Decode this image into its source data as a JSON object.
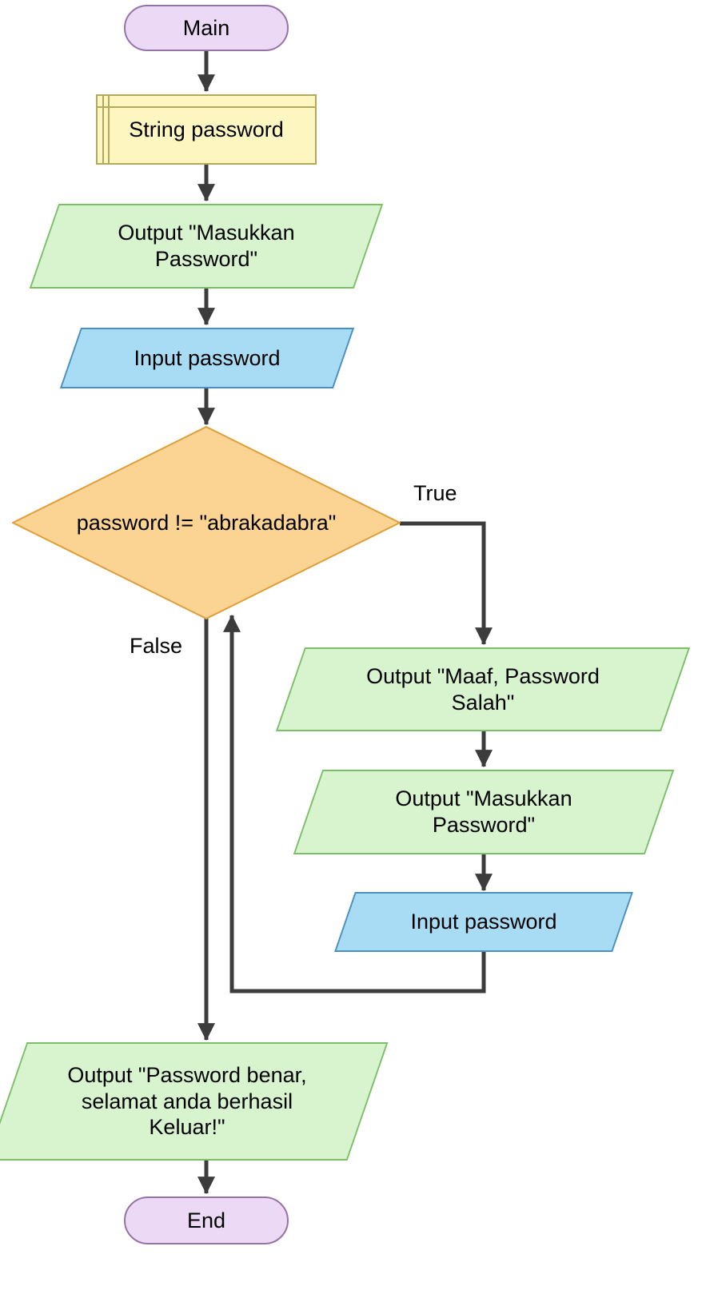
{
  "diagram": {
    "type": "flowchart",
    "nodes": {
      "start": {
        "type": "terminal",
        "label": "Main"
      },
      "declare": {
        "type": "declare",
        "label": "String password"
      },
      "output_prompt": {
        "type": "output",
        "label": "Output \"Masukkan\nPassword\""
      },
      "input_password": {
        "type": "input",
        "label": "Input password"
      },
      "decision": {
        "type": "decision",
        "label": "password != \"abrakadabra\""
      },
      "output_wrong": {
        "type": "output",
        "label": "Output \"Maaf, Password\nSalah\""
      },
      "output_prompt2": {
        "type": "output",
        "label": "Output \"Masukkan\nPassword\""
      },
      "input_password2": {
        "type": "input",
        "label": "Input password"
      },
      "output_success": {
        "type": "output",
        "label": "Output \"Password benar,\nselamat anda berhasil\nKeluar!\""
      },
      "end": {
        "type": "terminal",
        "label": "End"
      }
    },
    "branch_labels": {
      "true": "True",
      "false": "False"
    },
    "colors": {
      "terminal_fill": "#ecd9f5",
      "terminal_border": "#9673a6",
      "declare_fill": "#fdf6c0",
      "declare_border": "#b3a95e",
      "output_fill": "#d7f4cf",
      "output_border": "#7cbf68",
      "input_fill": "#a8dcf5",
      "input_border": "#4a8fc0",
      "decision_fill": "#fbd392",
      "decision_border": "#de9f3a",
      "arrow": "#3c3c3c"
    }
  }
}
